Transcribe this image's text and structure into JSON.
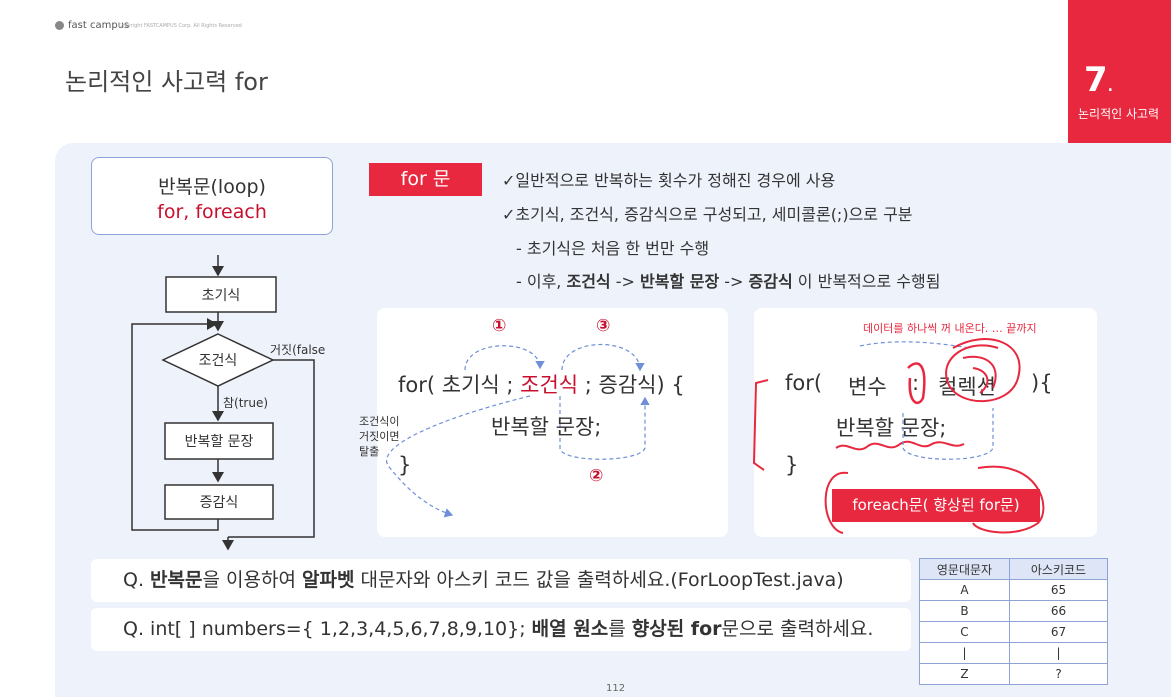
{
  "header": {
    "logo_text": "fast campus",
    "copyright": "Copyright FASTCAMPUS Corp. All Rights Reserved",
    "page_title": "논리적인 사고력 for"
  },
  "chapter": {
    "number": "7",
    "dot": ".",
    "label": "논리적인 사고력"
  },
  "loop_box": {
    "line1": "반복문(loop)",
    "line2": "for, foreach"
  },
  "flowchart": {
    "init": "초기식",
    "condition": "조건식",
    "false_label": "거짓(false)",
    "true_label": "참(true)",
    "body": "반복할 문장",
    "increment": "증감식"
  },
  "for_badge": "for 문",
  "bullets": {
    "b1": "✓일반적으로 반복하는 횟수가 정해진 경우에 사용",
    "b2": "✓초기식, 조건식, 증감식으로 구성되고, 세미콜론(;)으로   구분",
    "b3": "- 초기식은 처음 한 번만 수행",
    "b4_prefix": "- 이후, ",
    "b4_bold1": "조건식",
    "b4_arrow1": " -> ",
    "b4_bold2": "반복할 문장",
    "b4_arrow2": " -> ",
    "b4_bold3": "증감식",
    "b4_suffix": " 이 반복적으로 수행됨"
  },
  "for_code": {
    "head_a": "for( 초기식 ; ",
    "head_cond": "조건식",
    "head_b": " ; 증감식) {",
    "body": "반복할 문장;",
    "close": "}",
    "step1": "①",
    "step2": "②",
    "step3": "③",
    "exit_note_1": "조건식이",
    "exit_note_2": "거짓이면",
    "exit_note_3": "탈출"
  },
  "foreach_code": {
    "annotation": "데이터를 하나씩 꺼 내온다. … 끝까지",
    "head_a": "for(",
    "var": "변수",
    "colon": ":",
    "collection": "컬렉션",
    "head_close": "){",
    "body": "반복할 문장;",
    "close": "}",
    "badge": "foreach문( 향상된 for문)"
  },
  "questions": {
    "q1_a": "Q. ",
    "q1_b": "반복문",
    "q1_c": "을 이용하여 ",
    "q1_d": "알파벳",
    "q1_e": " 대문자와 아스키 코드 값을 출력하세요.(ForLoopTest.java)",
    "q2_a": "Q. int[ ] numbers={ 1,2,3,4,5,6,7,8,9,10}; ",
    "q2_b": "배열 원소",
    "q2_c": "를 ",
    "q2_d": "향상된 for",
    "q2_e": "문으로 출력하세요."
  },
  "ascii_table": {
    "headers": [
      "영문대문자",
      "아스키코드"
    ],
    "rows": [
      [
        "A",
        "65"
      ],
      [
        "B",
        "66"
      ],
      [
        "C",
        "67"
      ],
      [
        "|",
        "|"
      ],
      [
        "Z",
        "?"
      ]
    ]
  },
  "page_number": "112",
  "colors": {
    "accent": "#e8283f",
    "panel": "#eef2fb",
    "border": "#8fa3d6",
    "annotation": "#e8283f"
  }
}
